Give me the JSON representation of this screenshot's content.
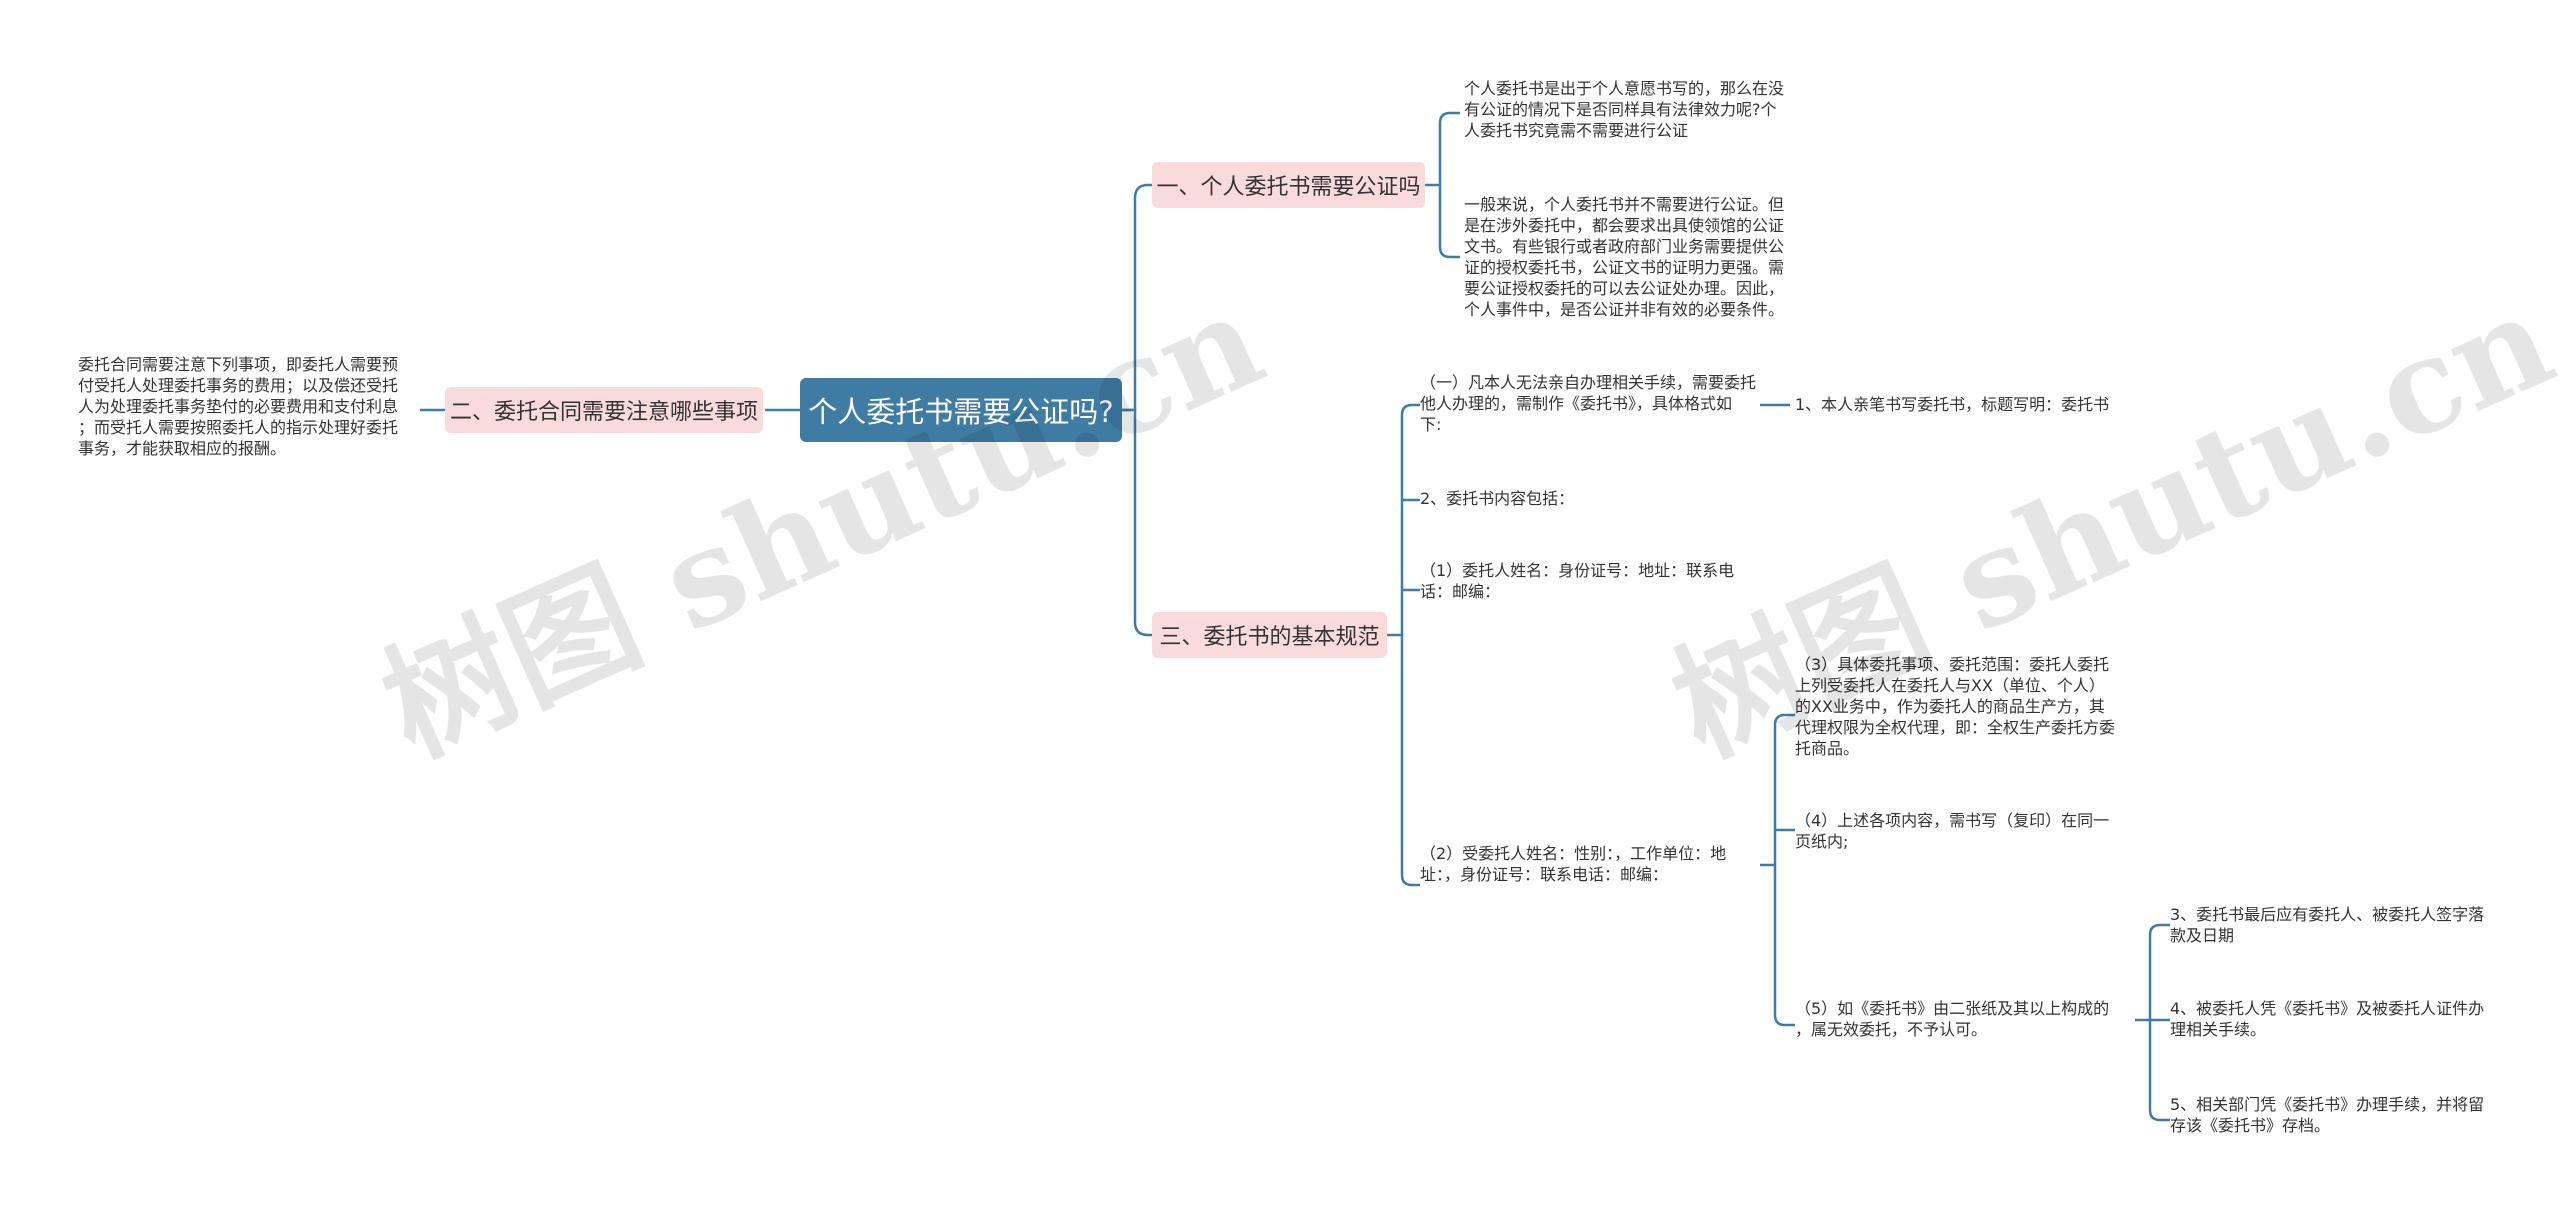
{
  "root": {
    "title": "个人委托书需要公证吗?"
  },
  "branches": {
    "b1": "一、个人委托书需要公证吗",
    "b2": "二、委托合同需要注意哪些事项",
    "b3": "三、委托书的基本规范"
  },
  "leaves": {
    "l1a": "个人委托书是出于个人意愿书写的，那么在没\n有公证的情况下是否同样具有法律效力呢?个\n人委托书究竟需不需要进行公证",
    "l1b": "一般来说，个人委托书并不需要进行公证。但\n是在涉外委托中，都会要求出具使领馆的公证\n文书。有些银行或者政府部门业务需要提供公\n证的授权委托书，公证文书的证明力更强。需\n要公证授权委托的可以去公证处办理。因此，\n个人事件中，是否公证并非有效的必要条件。",
    "l2a": "委托合同需要注意下列事项，即委托人需要预\n付受托人处理委托事务的费用；以及偿还受托\n人为处理委托事务垫付的必要费用和支付利息\n；而受托人需要按照委托人的指示处理好委托\n事务，才能获取相应的报酬。",
    "l3a": "（一）凡本人无法亲自办理相关手续，需要委托\n他人办理的，需制作《委托书》，具体格式如\n下:",
    "l3a1": "1、本人亲笔书写委托书，标题写明：委托书",
    "l3b": "2、委托书内容包括：",
    "l3c": "（1）委托人姓名：身份证号：地址：联系电\n话：邮编：",
    "l3d": "（2）受委托人姓名：性别：，工作单位：地\n址：，身份证号：联系电话：邮编：",
    "l3d1": "（3）具体委托事项、委托范围：委托人委托\n上列受委托人在委托人与XX（单位、个人）\n的XX业务中，作为委托人的商品生产方，其\n代理权限为全权代理，即：全权生产委托方委\n托商品。",
    "l3d2": "（4）上述各项内容，需书写（复印）在同一\n页纸内;",
    "l3d3": "（5）如《委托书》由二张纸及其以上构成的\n，属无效委托，不予认可。",
    "l3d3a": "3、委托书最后应有委托人、被委托人签字落\n款及日期",
    "l3d3b": "4、被委托人凭《委托书》及被委托人证件办\n理相关手续。",
    "l3d3c": "5、相关部门凭《委托书》办理手续，并将留\n存该《委托书》存档。"
  },
  "watermark": "树图 shutu.cn",
  "colors": {
    "root": "#3f7ca3",
    "branch": "#fadbdb",
    "line": "#3f7ca3",
    "text": "#333333"
  }
}
